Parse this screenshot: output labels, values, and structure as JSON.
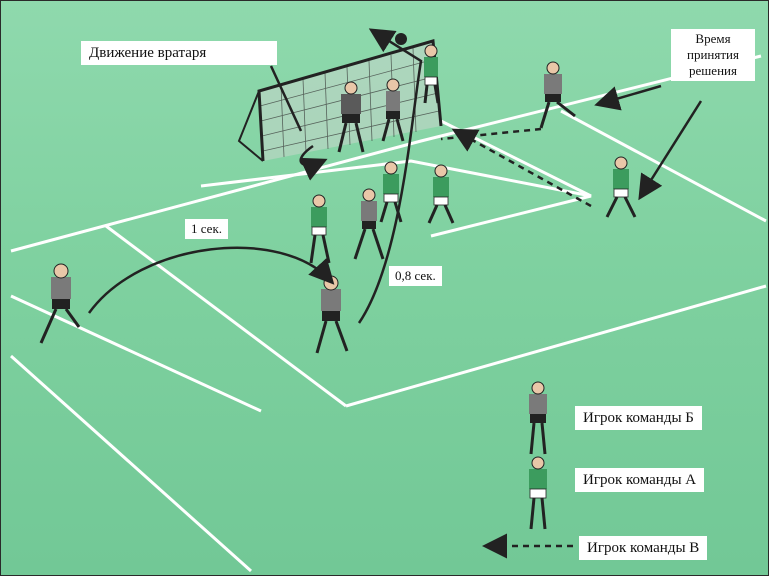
{
  "labels": {
    "goalkeeper_movement": "Движение вратаря",
    "time_one": "1 сек.",
    "time_two": "0,8 сек.",
    "decision_time_line1": "Время",
    "decision_time_line2": "принятия",
    "decision_time_line3": "решения"
  },
  "legend": {
    "team_b": "Игрок команды Б",
    "team_a": "Игрок команды А",
    "team_v": "Игрок команды В"
  },
  "colors": {
    "pitch": "#7fd1a0",
    "lines": "#ffffff",
    "team_a_shirt": "#3c9c5e",
    "team_b_shirt": "#7a7a7a",
    "shorts_dark": "#222222",
    "arrow": "#222222"
  }
}
